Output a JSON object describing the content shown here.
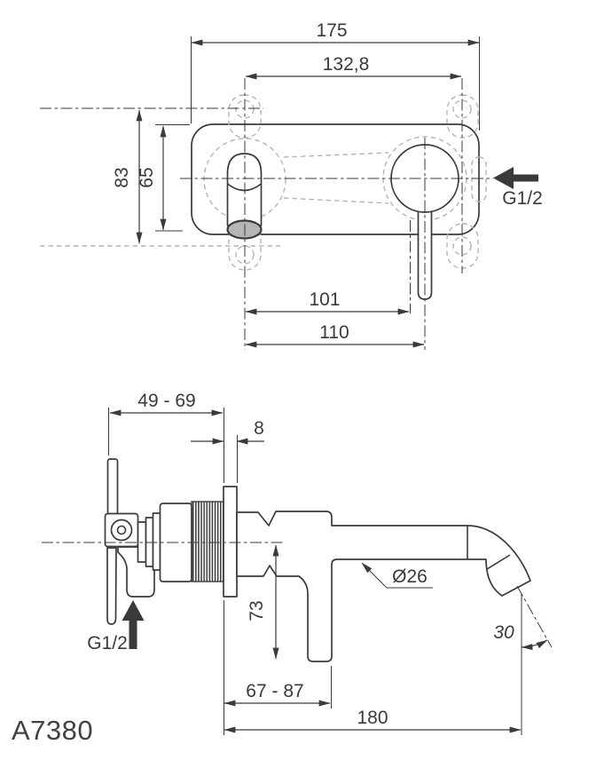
{
  "drawing": {
    "product_code": "A7380",
    "front_view": {
      "overall_width": "175",
      "hole_spacing": "132,8",
      "body_height": "83",
      "plate_height": "65",
      "spout_to_lever": "101",
      "spout_to_lever_axis": "110",
      "inlet_thread": "G1/2"
    },
    "side_view": {
      "wall_depth_range": "49 - 69",
      "plate_thickness": "8",
      "spout_drop": "73",
      "spout_wall_range": "67 - 87",
      "spout_reach": "180",
      "spout_diameter": "Ø26",
      "spout_angle_deg": "30",
      "inlet_thread": "G1/2"
    },
    "colors": {
      "line": "#3a3a3a",
      "hidden_line": "#b4b4b4",
      "surface_grey": "#b5b5b5",
      "background": "#ffffff"
    }
  }
}
